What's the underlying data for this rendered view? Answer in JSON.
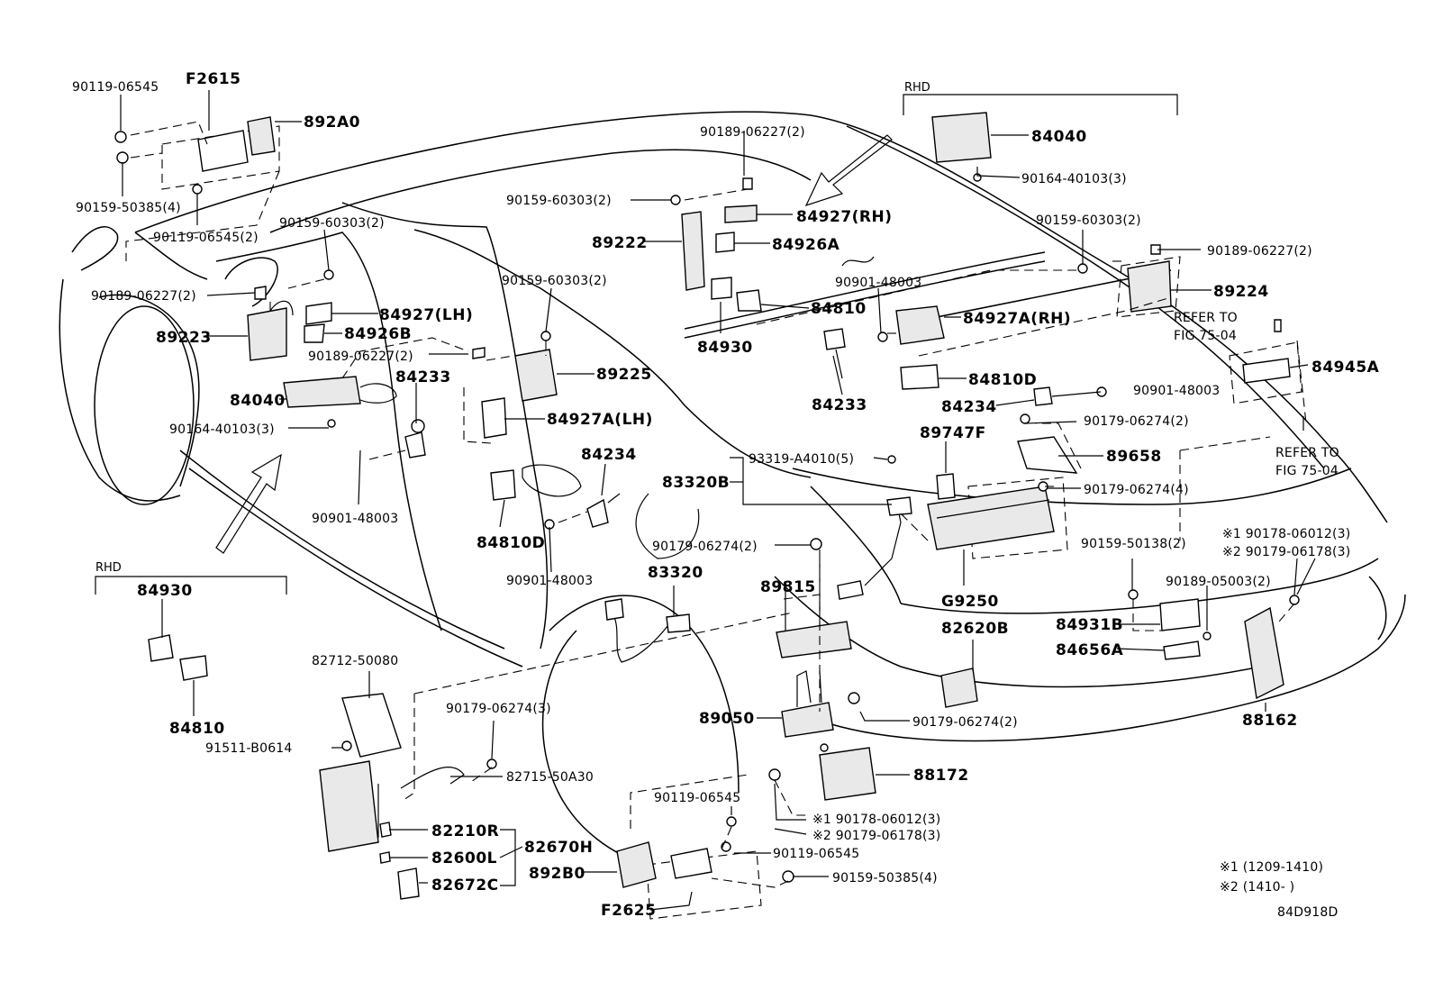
{
  "labels": {
    "l_90119_06545_tl": "90119-06545",
    "l_f2615": "F2615",
    "l_892a0": "892A0",
    "l_90159_50385_4_tl": "90159-50385(4)",
    "l_90119_06545_2": "90119-06545(2)",
    "l_90159_60303_2_a": "90159-60303(2)",
    "l_90189_06227_2_a": "90189-06227(2)",
    "l_84927_lh": "84927(LH)",
    "l_89223": "89223",
    "l_84926b": "84926B",
    "l_90189_06227_2_b": "90189-06227(2)",
    "l_84233_a": "84233",
    "l_84040_l": "84040",
    "l_90164_40103_3_l": "90164-40103(3)",
    "l_90189_06227_2_top": "90189-06227(2)",
    "l_90159_60303_2_b": "90159-60303(2)",
    "l_84927_rh": "84927(RH)",
    "l_89222": "89222",
    "l_84926a": "84926A",
    "l_90159_60303_2_c": "90159-60303(2)",
    "l_89225": "89225",
    "l_84927a_lh": "84927A(LH)",
    "l_84234_a": "84234",
    "l_84930_mid": "84930",
    "l_84810_mid": "84810",
    "l_90901_48003_a": "90901-48003",
    "l_84927a_rh": "84927A(RH)",
    "l_84233_b": "84233",
    "l_84810d_r": "84810D",
    "l_84234_b": "84234",
    "l_90901_48003_b": "90901-48003",
    "l_rhd_top": "RHD",
    "l_84040_r": "84040",
    "l_90164_40103_3_r": "90164-40103(3)",
    "l_90159_60303_2_d": "90159-60303(2)",
    "l_90189_06227_2_c": "90189-06227(2)",
    "l_89224": "89224",
    "l_refer_1a": "REFER TO",
    "l_refer_1b": "FIG 75-04",
    "l_84945a": "84945A",
    "l_90179_06274_2_a": "90179-06274(2)",
    "l_89747f": "89747F",
    "l_89658": "89658",
    "l_refer_2a": "REFER TO",
    "l_refer_2b": "FIG 75-04",
    "l_93319": "93319-A4010(5)",
    "l_90179_06274_4": "90179-06274(4)",
    "l_83320b": "83320B",
    "l_90901_48003_c": "90901-48003",
    "l_84810d_l": "84810D",
    "l_90901_48003_d": "90901-48003",
    "l_90179_06274_2_b": "90179-06274(2)",
    "l_90159_50138_2": "90159-50138(2)",
    "l_n1_90178_06012_3": "※1 90178-06012(3)",
    "l_n2_90179_06178_3": "※2 90179-06178(3)",
    "l_83320": "83320",
    "l_89815": "89815",
    "l_g9250": "G9250",
    "l_90189_05003_2": "90189-05003(2)",
    "l_82620b": "82620B",
    "l_84931b": "84931B",
    "l_84656a": "84656A",
    "l_rhd_left": "RHD",
    "l_84930_l": "84930",
    "l_84810_l": "84810",
    "l_82712_50080": "82712-50080",
    "l_90179_06274_3": "90179-06274(3)",
    "l_91511_b0614": "91511-B0614",
    "l_82715_50a30": "82715-50A30",
    "l_89050": "89050",
    "l_90179_06274_2_c": "90179-06274(2)",
    "l_88162": "88162",
    "l_88172": "88172",
    "l_90119_06545_b": "90119-06545",
    "l_n1b": "※1 90178-06012(3)",
    "l_n2b": "※2 90179-06178(3)",
    "l_90119_06545_c": "90119-06545",
    "l_82210r": "82210R",
    "l_82600l": "82600L",
    "l_82670h": "82670H",
    "l_82672c": "82672C",
    "l_892b0": "892B0",
    "l_90159_50385_4_b": "90159-50385(4)",
    "l_f2625": "F2625",
    "l_note1": "※1 (1209-1410)",
    "l_note2": "※2 (1410-     )",
    "l_code": "84D918D"
  }
}
